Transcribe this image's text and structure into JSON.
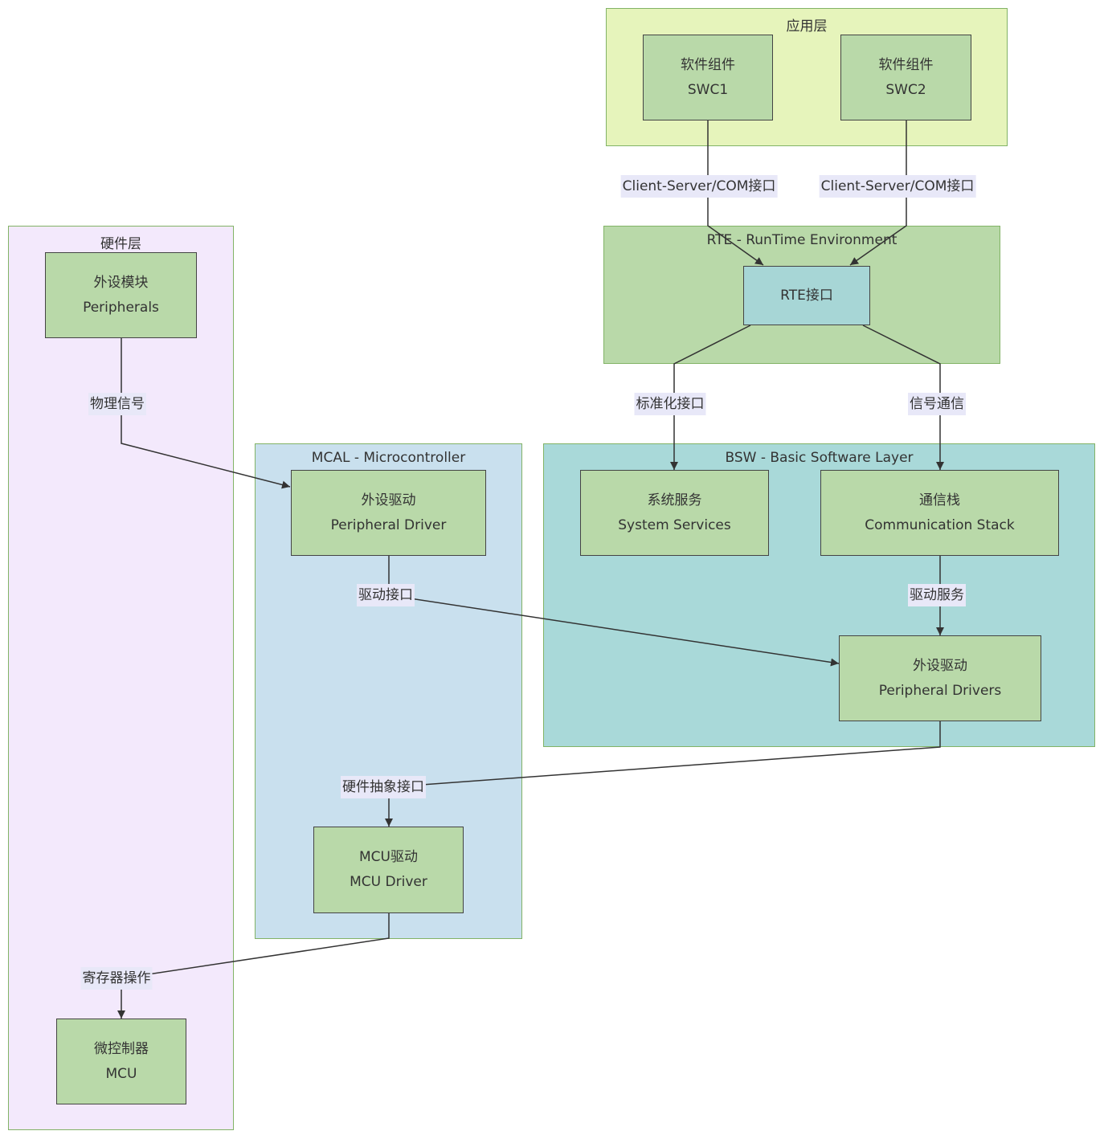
{
  "colors": {
    "app_layer_fill": "#e6f4bb",
    "rte_fill": "#b9d9a9",
    "bsw_fill": "#a9d9d9",
    "mcal_fill": "#c9e0ee",
    "hw_fill": "#f3e9fc",
    "node_fill": "#b9d9a9",
    "rte_node_fill": "#a7d6d6",
    "cluster_border": "#82b366",
    "edge_label_bg": "#e8e8f8"
  },
  "clusters": {
    "app": "应用层",
    "rte": "RTE - RunTime Environment",
    "bsw": "BSW - Basic Software Layer",
    "mcal": "MCAL - Microcontroller",
    "hw": "硬件层"
  },
  "nodes": {
    "swc1": {
      "line1": "软件组件",
      "line2": "SWC1"
    },
    "swc2": {
      "line1": "软件组件",
      "line2": "SWC2"
    },
    "rte_if": {
      "line1": "RTE接口"
    },
    "sys_services": {
      "line1": "系统服务",
      "line2": "System Services"
    },
    "com_stack": {
      "line1": "通信栈",
      "line2": "Communication Stack"
    },
    "bsw_periph": {
      "line1": "外设驱动",
      "line2": "Peripheral Drivers"
    },
    "mcal_periph": {
      "line1": "外设驱动",
      "line2": "Peripheral Driver"
    },
    "mcu_driver": {
      "line1": "MCU驱动",
      "line2": "MCU Driver"
    },
    "peripherals": {
      "line1": "外设模块",
      "line2": "Peripherals"
    },
    "mcu": {
      "line1": "微控制器",
      "line2": "MCU"
    }
  },
  "edges": {
    "swc1_rte": "Client-Server/COM接口",
    "swc2_rte": "Client-Server/COM接口",
    "rte_sys": "标准化接口",
    "rte_com": "信号通信",
    "com_periph": "驱动服务",
    "mcal_bsw": "驱动接口",
    "bsw_mcu": "硬件抽象接口",
    "mcu_hw": "寄存器操作",
    "hw_mcal": "物理信号"
  }
}
